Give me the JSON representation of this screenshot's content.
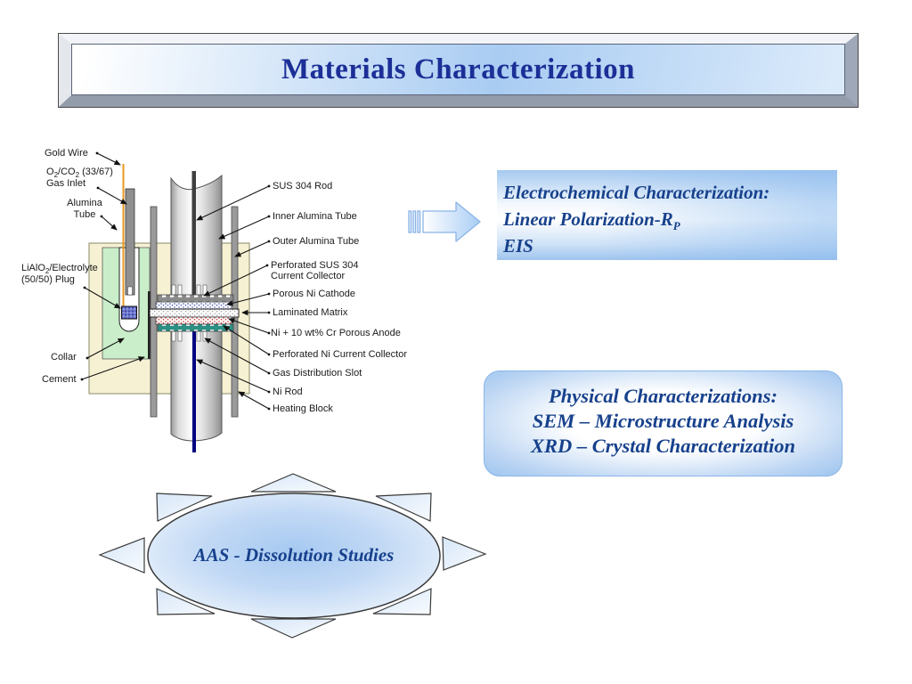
{
  "slide": {
    "title": "Materials Characterization"
  },
  "colors": {
    "title_text": "#1c2f97",
    "panel_text_blue": "#17418c",
    "label_text": "#1a1a1a",
    "heating_block": "#f6f1d3",
    "collar_green": "#c9eec9",
    "gold_wire": "#e89820",
    "sus_rod": "#3f3f3f",
    "ni_rod": "#000080",
    "cathode_dots": "#2a3f9e",
    "anode_dots": "#c22020",
    "ni_collector_teal": "#2d8f83",
    "accent_blue": "#9cc3ee"
  },
  "diagram": {
    "left_labels": {
      "gold_wire": "Gold Wire",
      "gas_inlet": {
        "f1": "O",
        "s1": "2",
        "f2": "/CO",
        "s2": "2",
        "f3": " (33/67)",
        "line2": "Gas Inlet"
      },
      "alumina_tube": {
        "line1": "Alumina",
        "line2": "Tube"
      },
      "electrolyte_plug": {
        "f1": "LiAlO",
        "s1": "2",
        "f2": "/Electrolyte",
        "line2": "(50/50) Plug"
      },
      "collar": "Collar",
      "cement": "Cement"
    },
    "right_labels": [
      "SUS 304 Rod",
      "Inner Alumina Tube",
      "Outer Alumina Tube",
      "Perforated SUS 304 Current Collector",
      "Porous Ni Cathode",
      "Laminated Matrix",
      "Ni + 10 wt% Cr Porous Anode",
      "Perforated Ni Current Collector",
      "Gas Distribution Slot",
      "Ni Rod",
      "Heating Block"
    ]
  },
  "electrochemical_panel": {
    "line1": "Electrochemical Characterization:",
    "line2_main": "Linear Polarization-R",
    "line2_sub": "P",
    "line3": "EIS"
  },
  "physical_panel": {
    "line1": "Physical Characterizations:",
    "line2": "SEM – Microstructure Analysis",
    "line3": "XRD – Crystal Characterization"
  },
  "aas_bubble": {
    "label": "AAS - Dissolution Studies"
  }
}
